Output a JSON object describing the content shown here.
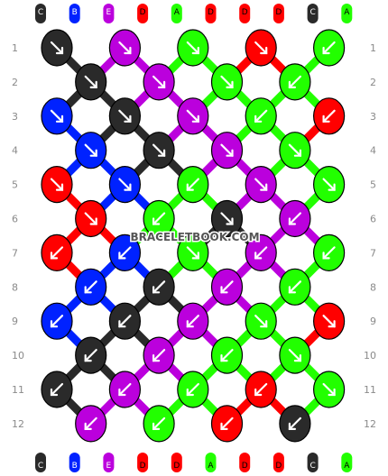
{
  "watermark": "BRACELETBOOK.COM",
  "colors": {
    "A": "#22ff00",
    "B": "#0022ff",
    "C": "#2a2a2a",
    "D": "#ff0000",
    "E": "#bb00dd"
  },
  "label_text_colors": {
    "A": "#000000",
    "B": "#ffffff",
    "C": "#ffffff",
    "D": "#000000",
    "E": "#ffffff"
  },
  "strings_top": [
    "C",
    "B",
    "E",
    "D",
    "A",
    "D",
    "D",
    "D",
    "C",
    "A"
  ],
  "strings_bottom": [
    "C",
    "B",
    "E",
    "D",
    "D",
    "A",
    "D",
    "D",
    "C",
    "A"
  ],
  "row_labels": [
    "1",
    "2",
    "3",
    "4",
    "5",
    "6",
    "7",
    "8",
    "9",
    "10",
    "11",
    "12"
  ],
  "knots": [
    [
      {
        "c": "C",
        "d": "rr"
      },
      {
        "c": "E",
        "d": "rr"
      },
      {
        "c": "A",
        "d": "rr"
      },
      {
        "c": "D",
        "d": "rr"
      },
      {
        "c": "A",
        "d": "ll"
      }
    ],
    [
      {
        "c": "C",
        "d": "rr"
      },
      {
        "c": "E",
        "d": "rr"
      },
      {
        "c": "A",
        "d": "rr"
      },
      {
        "c": "A",
        "d": "ll"
      }
    ],
    [
      {
        "c": "B",
        "d": "rr"
      },
      {
        "c": "C",
        "d": "rr"
      },
      {
        "c": "E",
        "d": "rr"
      },
      {
        "c": "A",
        "d": "ll"
      },
      {
        "c": "D",
        "d": "ll"
      }
    ],
    [
      {
        "c": "B",
        "d": "rr"
      },
      {
        "c": "C",
        "d": "rr"
      },
      {
        "c": "E",
        "d": "rr"
      },
      {
        "c": "A",
        "d": "rr"
      }
    ],
    [
      {
        "c": "D",
        "d": "rr"
      },
      {
        "c": "B",
        "d": "rr"
      },
      {
        "c": "A",
        "d": "ll"
      },
      {
        "c": "E",
        "d": "rr"
      },
      {
        "c": "A",
        "d": "rr"
      }
    ],
    [
      {
        "c": "D",
        "d": "rr"
      },
      {
        "c": "A",
        "d": "ll"
      },
      {
        "c": "C",
        "d": "rl"
      },
      {
        "c": "E",
        "d": "ll"
      }
    ],
    [
      {
        "c": "D",
        "d": "ll"
      },
      {
        "c": "B",
        "d": "ll"
      },
      {
        "c": "A",
        "d": "rr"
      },
      {
        "c": "E",
        "d": "ll"
      },
      {
        "c": "A",
        "d": "ll"
      }
    ],
    [
      {
        "c": "B",
        "d": "ll"
      },
      {
        "c": "C",
        "d": "ll"
      },
      {
        "c": "E",
        "d": "ll"
      },
      {
        "c": "A",
        "d": "ll"
      }
    ],
    [
      {
        "c": "B",
        "d": "ll"
      },
      {
        "c": "C",
        "d": "ll"
      },
      {
        "c": "E",
        "d": "ll"
      },
      {
        "c": "A",
        "d": "rr"
      },
      {
        "c": "D",
        "d": "rr"
      }
    ],
    [
      {
        "c": "C",
        "d": "ll"
      },
      {
        "c": "E",
        "d": "ll"
      },
      {
        "c": "A",
        "d": "ll"
      },
      {
        "c": "A",
        "d": "rr"
      }
    ],
    [
      {
        "c": "C",
        "d": "ll"
      },
      {
        "c": "E",
        "d": "ll"
      },
      {
        "c": "A",
        "d": "ll"
      },
      {
        "c": "D",
        "d": "ll"
      },
      {
        "c": "A",
        "d": "rr"
      }
    ],
    [
      {
        "c": "E",
        "d": "ll"
      },
      {
        "c": "A",
        "d": "ll"
      },
      {
        "c": "D",
        "d": "ll"
      },
      {
        "c": "C",
        "d": "ll"
      }
    ]
  ]
}
